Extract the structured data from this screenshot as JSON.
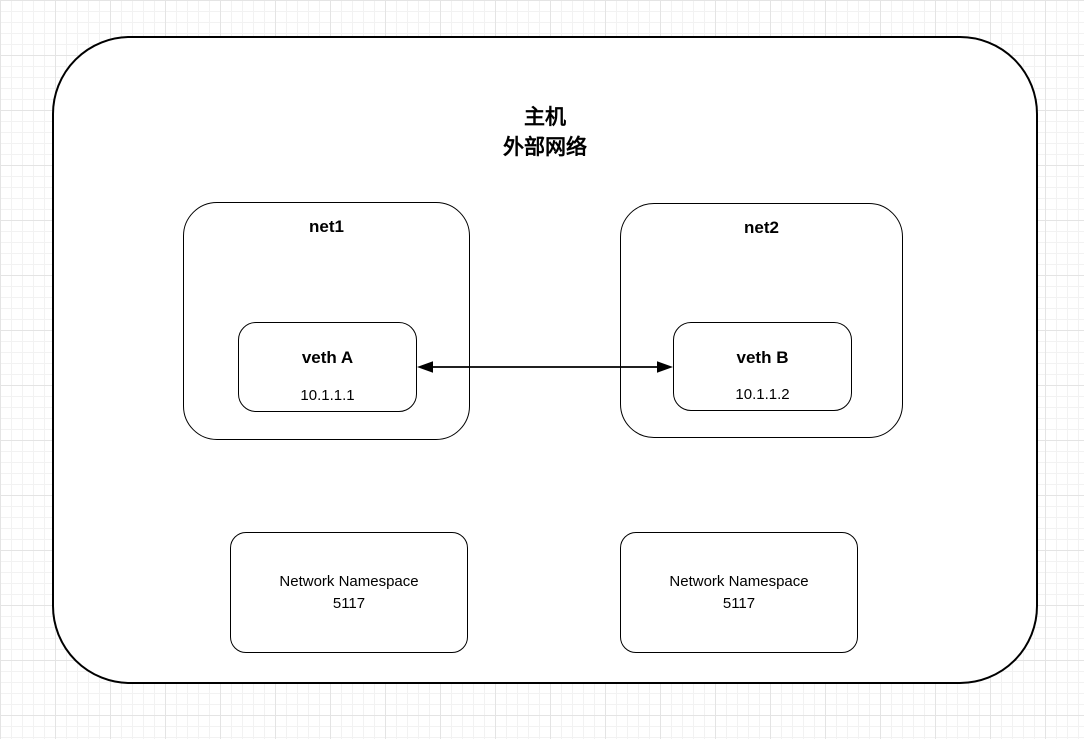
{
  "diagram": {
    "host": {
      "title_line1": "主机",
      "title_line2": "外部网络"
    },
    "net1": {
      "label": "net1",
      "veth": {
        "name": "veth A",
        "ip": "10.1.1.1"
      }
    },
    "net2": {
      "label": "net2",
      "veth": {
        "name": "veth B",
        "ip": "10.1.1.2"
      }
    },
    "namespace_left": {
      "line1": "Network Namespace",
      "line2": "5117"
    },
    "namespace_right": {
      "line1": "Network Namespace",
      "line2": "5117"
    },
    "connection": {
      "from": "veth A",
      "to": "veth B",
      "style": "double-headed-arrow"
    },
    "colors": {
      "stroke": "#000000",
      "shape_fill": "#ffffff",
      "grid_minor": "#f2f2f2",
      "grid_major": "#e4e4e4"
    }
  }
}
